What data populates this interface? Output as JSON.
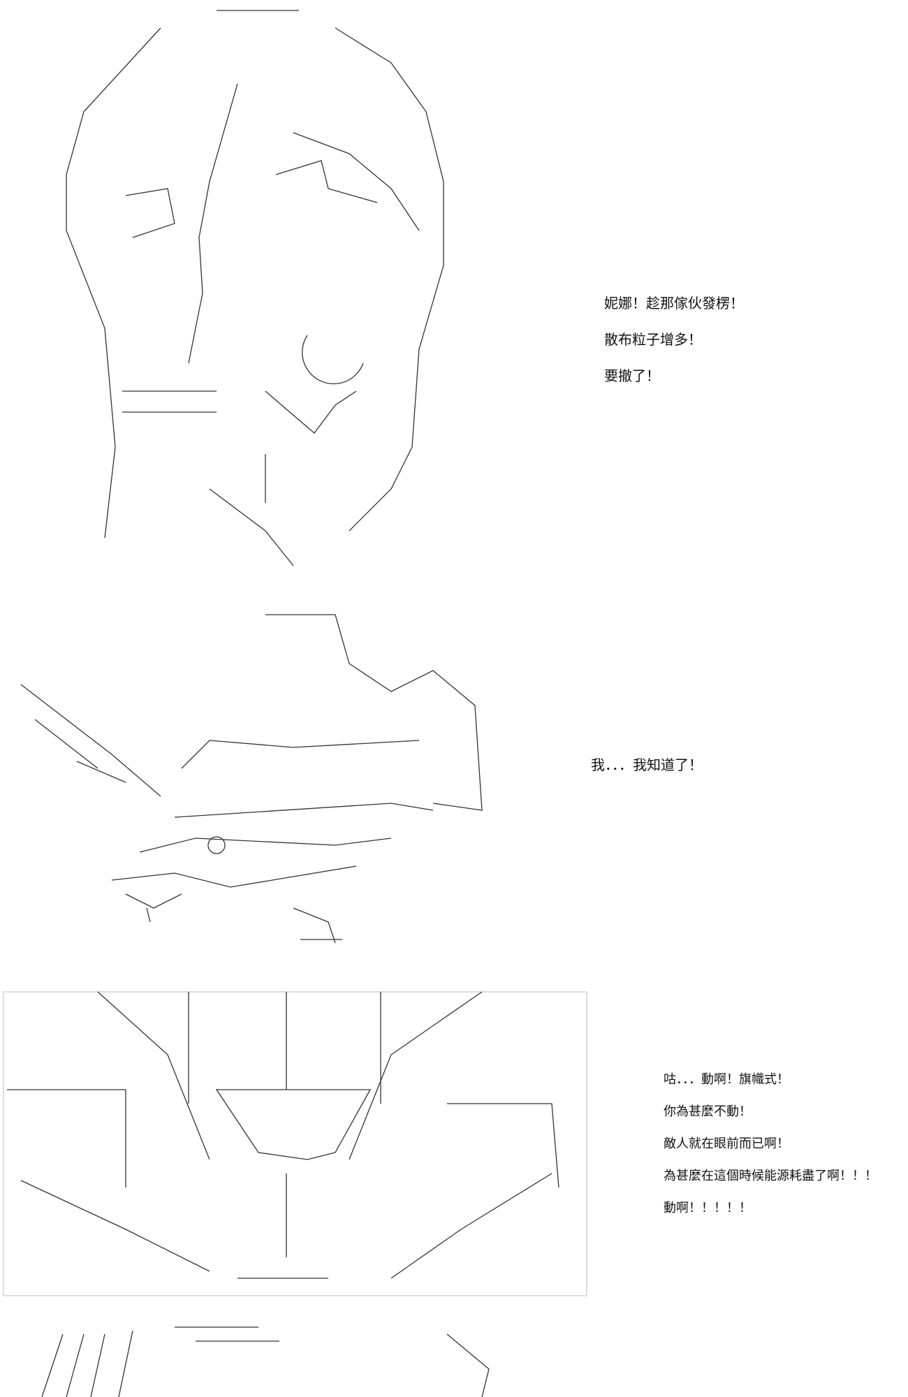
{
  "panels": [
    {
      "art": "ascii-art-girl-face",
      "dialogue": [
        "妮娜！趁那傢伙發楞！",
        "散布粒子增多！",
        "要撤了！"
      ]
    },
    {
      "art": "ascii-art-explosion-robot",
      "dialogue": [
        "我．．．我知道了！"
      ]
    },
    {
      "art": "ascii-art-cockpit-panel",
      "dialogue": [
        "咕．．．動啊！旗幟式！",
        "你為甚麼不動！",
        "敵人就在眼前而已啊！",
        "為甚麼在這個時候能源耗盡了啊！！！",
        "動啊！！！！！"
      ]
    },
    {
      "art": "ascii-art-partial-bottom",
      "dialogue": []
    }
  ],
  "colors": {
    "ink": "#111111",
    "background": "#ffffff"
  }
}
